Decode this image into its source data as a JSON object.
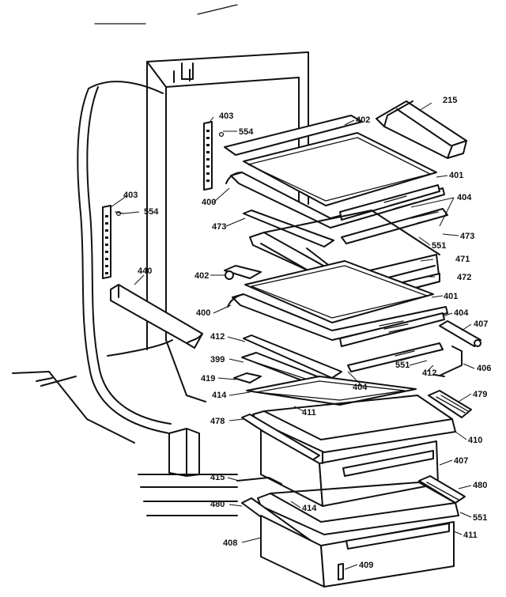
{
  "callouts": [
    {
      "id": "c215a",
      "text": "215"
    },
    {
      "id": "c402a",
      "text": "402"
    },
    {
      "id": "c403a",
      "text": "403"
    },
    {
      "id": "c554a",
      "text": "554"
    },
    {
      "id": "c401a",
      "text": "401"
    },
    {
      "id": "c404a",
      "text": "404"
    },
    {
      "id": "c403b",
      "text": "403"
    },
    {
      "id": "c554b",
      "text": "554"
    },
    {
      "id": "c400a",
      "text": "400"
    },
    {
      "id": "c473a",
      "text": "473"
    },
    {
      "id": "c473b",
      "text": "473"
    },
    {
      "id": "c551a",
      "text": "551"
    },
    {
      "id": "c471a",
      "text": "471"
    },
    {
      "id": "c440a",
      "text": "440"
    },
    {
      "id": "c402b",
      "text": "402"
    },
    {
      "id": "c472a",
      "text": "472"
    },
    {
      "id": "c401b",
      "text": "401"
    },
    {
      "id": "c400b",
      "text": "400"
    },
    {
      "id": "c404b",
      "text": "404"
    },
    {
      "id": "c407a",
      "text": "407"
    },
    {
      "id": "c412a",
      "text": "412"
    },
    {
      "id": "c399a",
      "text": "399"
    },
    {
      "id": "c551b",
      "text": "551"
    },
    {
      "id": "c412b",
      "text": "412"
    },
    {
      "id": "c406a",
      "text": "406"
    },
    {
      "id": "c419a",
      "text": "419"
    },
    {
      "id": "c404c",
      "text": "404"
    },
    {
      "id": "c414a",
      "text": "414"
    },
    {
      "id": "c478a",
      "text": "478"
    },
    {
      "id": "c411a",
      "text": "411"
    },
    {
      "id": "c479a",
      "text": "479"
    },
    {
      "id": "c410a",
      "text": "410"
    },
    {
      "id": "c407b",
      "text": "407"
    },
    {
      "id": "c415a",
      "text": "415"
    },
    {
      "id": "c480a",
      "text": "480"
    },
    {
      "id": "c414b",
      "text": "414"
    },
    {
      "id": "c480b",
      "text": "480"
    },
    {
      "id": "c551c",
      "text": "551"
    },
    {
      "id": "c408a",
      "text": "408"
    },
    {
      "id": "c411b",
      "text": "411"
    },
    {
      "id": "c409a",
      "text": "409"
    }
  ]
}
